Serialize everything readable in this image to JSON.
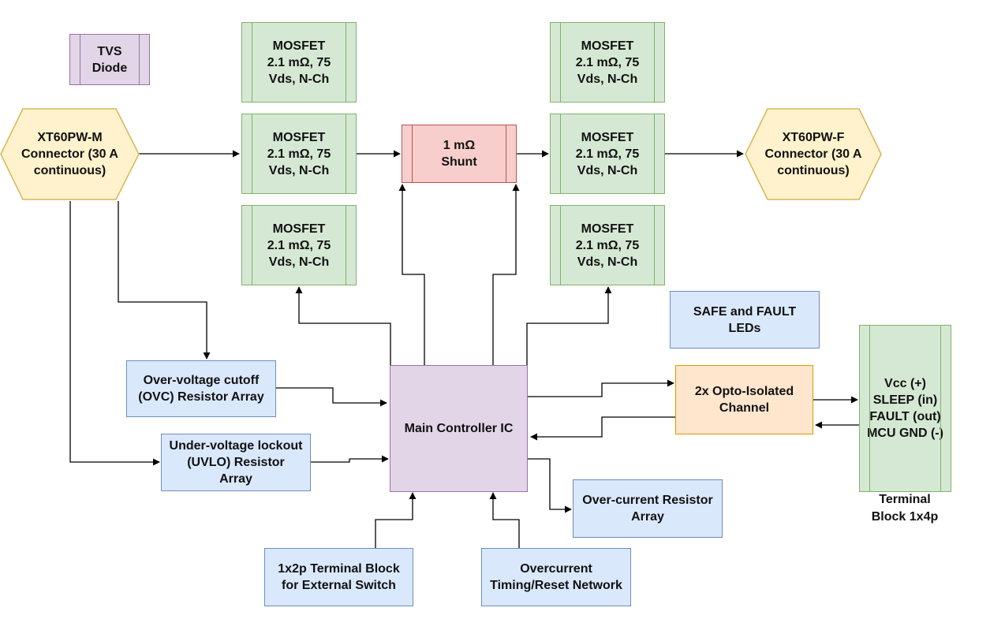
{
  "nodes": {
    "tvs_diode": "TVS\nDiode",
    "xt60_male": "XT60PW-M\nConnector (30 A\ncontinuous)",
    "xt60_female": "XT60PW-F\nConnector (30 A\ncontinuous)",
    "mosfet_1": "MOSFET\n2.1 mΩ, 75\nVds, N-Ch",
    "mosfet_2": "MOSFET\n2.1 mΩ, 75\nVds, N-Ch",
    "mosfet_3": "MOSFET\n2.1 mΩ, 75\nVds, N-Ch",
    "mosfet_4": "MOSFET\n2.1 mΩ, 75\nVds, N-Ch",
    "mosfet_5": "MOSFET\n2.1 mΩ, 75\nVds, N-Ch",
    "mosfet_6": "MOSFET\n2.1 mΩ, 75\nVds, N-Ch",
    "shunt": "1 mΩ\nShunt",
    "safe_fault_leds": "SAFE and FAULT\nLEDs",
    "ovc_array": "Over-voltage cutoff\n(OVC) Resistor Array",
    "uvlo_array": "Under-voltage lockout\n(UVLO) Resistor\nArray",
    "main_controller": "Main Controller IC",
    "opto_channel": "2x Opto-Isolated\nChannel",
    "terminal_block_1x4": "Vcc (+)\nSLEEP (in)\nFAULT (out)\nMCU GND (-)",
    "terminal_block_1x4_caption": "Terminal\nBlock 1x4p",
    "overcurrent_array": "Over-current Resistor\nArray",
    "terminal_block_1x2": "1x2p Terminal Block\nfor External Switch",
    "timing_reset": "Overcurrent\nTiming/Reset Network"
  },
  "colors": {
    "green_fill": "#d5e8d4",
    "green_stroke": "#82b366",
    "purple_fill": "#e1d5e7",
    "purple_stroke": "#9673a6",
    "red_fill": "#f8cecc",
    "red_stroke": "#b85450",
    "blue_fill": "#dae8fc",
    "blue_stroke": "#6c8ebf",
    "yellow_fill": "#fff2cc",
    "yellow_stroke": "#d6b656",
    "orange_fill": "#ffe6cc",
    "orange_stroke": "#d79b00",
    "edge": "#000000"
  }
}
